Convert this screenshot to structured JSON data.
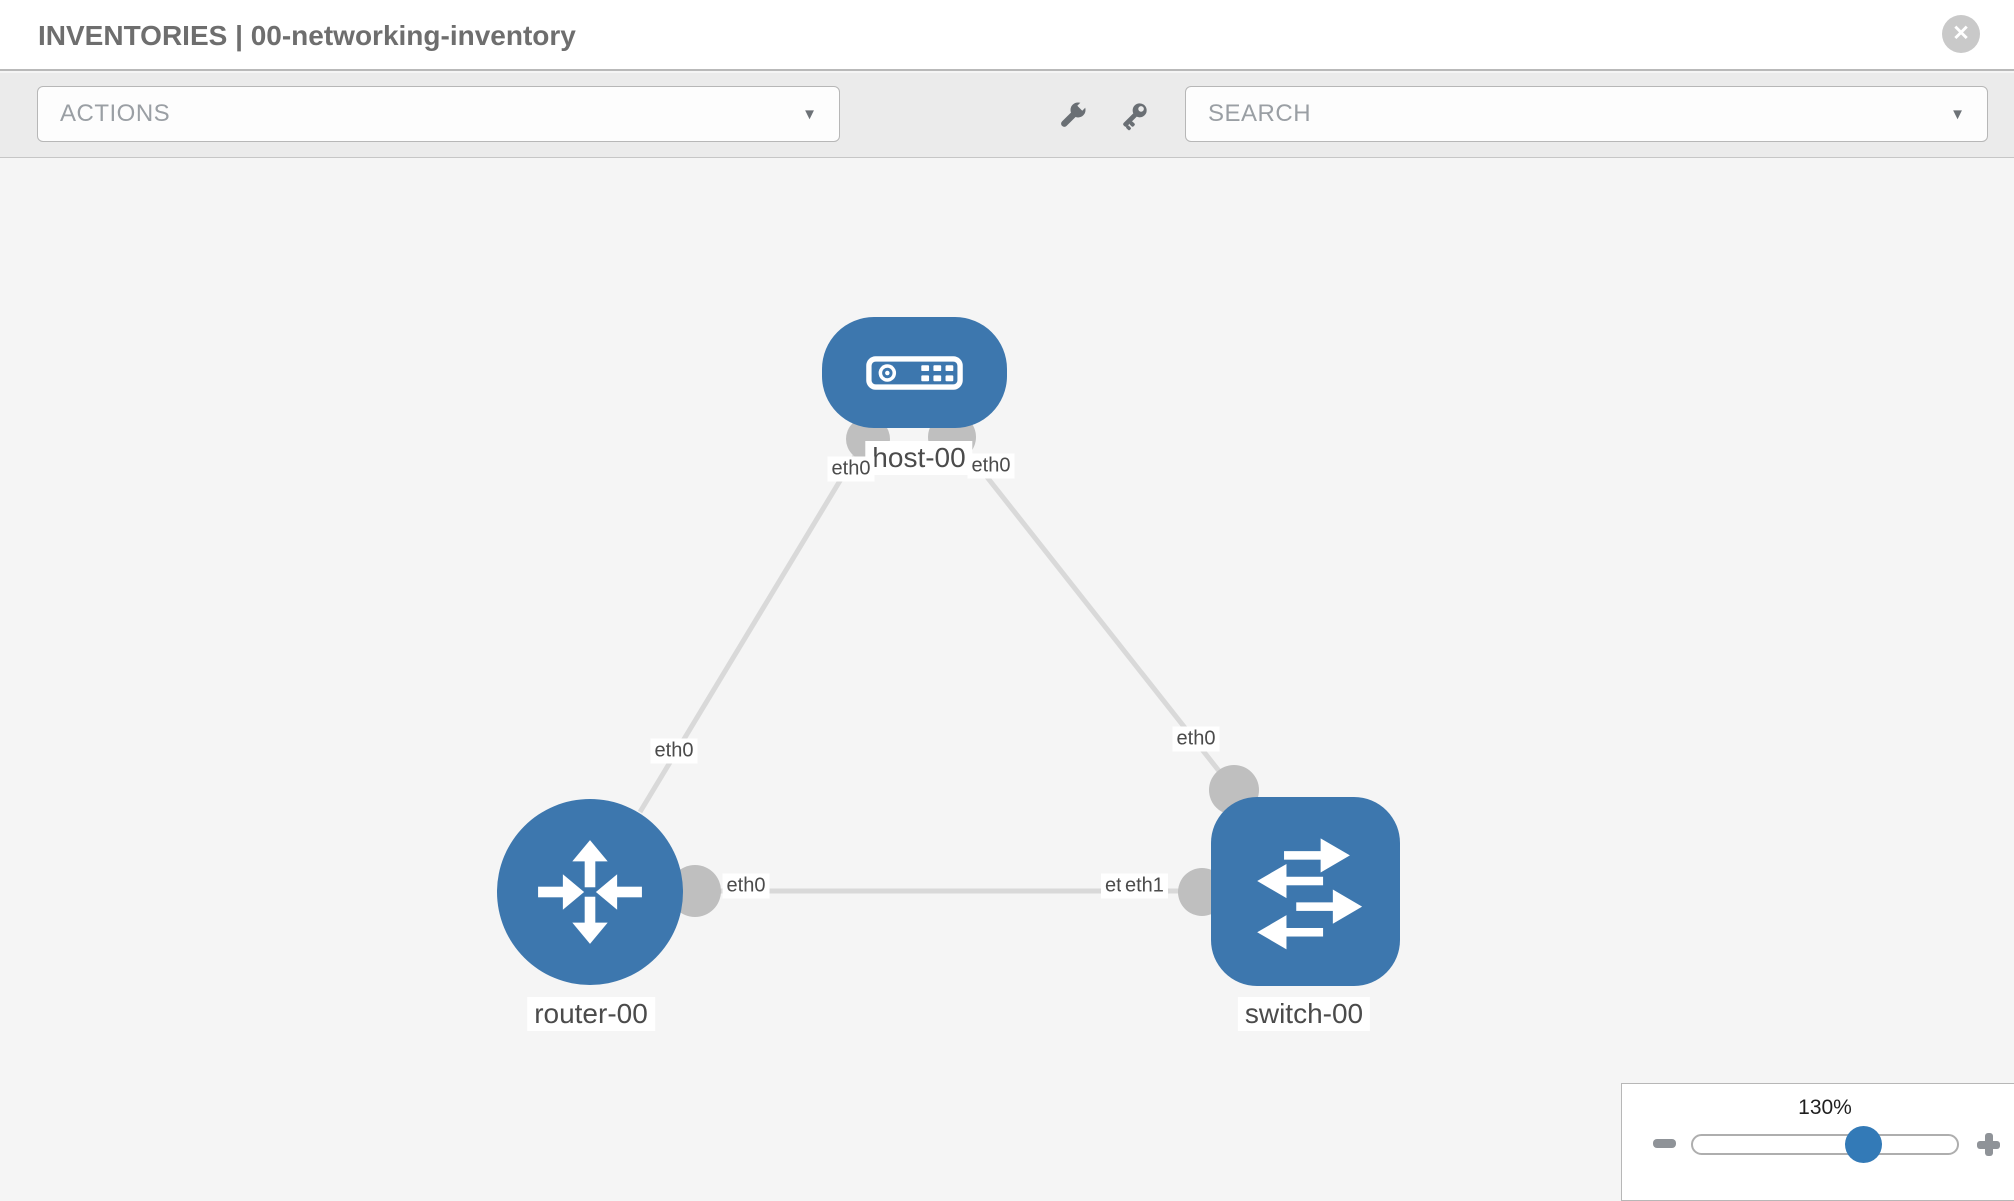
{
  "header": {
    "title": "INVENTORIES | 00-networking-inventory",
    "close_glyph": "✕"
  },
  "toolbar": {
    "actions_label": "ACTIONS",
    "search_label": "SEARCH",
    "caret_glyph": "▼",
    "tools": [
      {
        "icon": "wrench-icon"
      },
      {
        "icon": "key-icon"
      }
    ]
  },
  "canvas": {
    "nodes": [
      {
        "id": "host-00",
        "label": "host-00",
        "type": "host",
        "icon": "host-device-icon"
      },
      {
        "id": "router-00",
        "label": "router-00",
        "type": "router",
        "icon": "router-arrows-icon"
      },
      {
        "id": "switch-00",
        "label": "switch-00",
        "type": "switch",
        "icon": "switch-arrows-icon"
      }
    ],
    "links": [
      {
        "from": "host-00",
        "from_if": "eth0",
        "to": "router-00",
        "to_if": "eth0"
      },
      {
        "from": "host-00",
        "from_if": "eth0",
        "to": "switch-00",
        "to_if": "eth0"
      },
      {
        "from": "router-00",
        "from_if": "eth0",
        "to": "switch-00",
        "to_if": "eth1"
      }
    ],
    "if_labels": {
      "host_left": "eth0",
      "host_right": "eth0",
      "router_top": "eth0",
      "switch_top": "eth0",
      "router_right": "eth0",
      "switch_left_hidden": "eth0",
      "switch_left": "eth1"
    }
  },
  "zoom_control": {
    "value": "130%",
    "minus_icon": "minus-icon",
    "plus_icon": "plus-icon"
  },
  "colors": {
    "node_blue": "#3d77ae",
    "accent_blue": "#337ab7",
    "link_gray": "#d9d9d9",
    "port_gray": "#bfbfbf",
    "toolbar_gray": "#ebebeb",
    "canvas_gray": "#f5f5f5",
    "title_gray": "#6e6e6e"
  }
}
